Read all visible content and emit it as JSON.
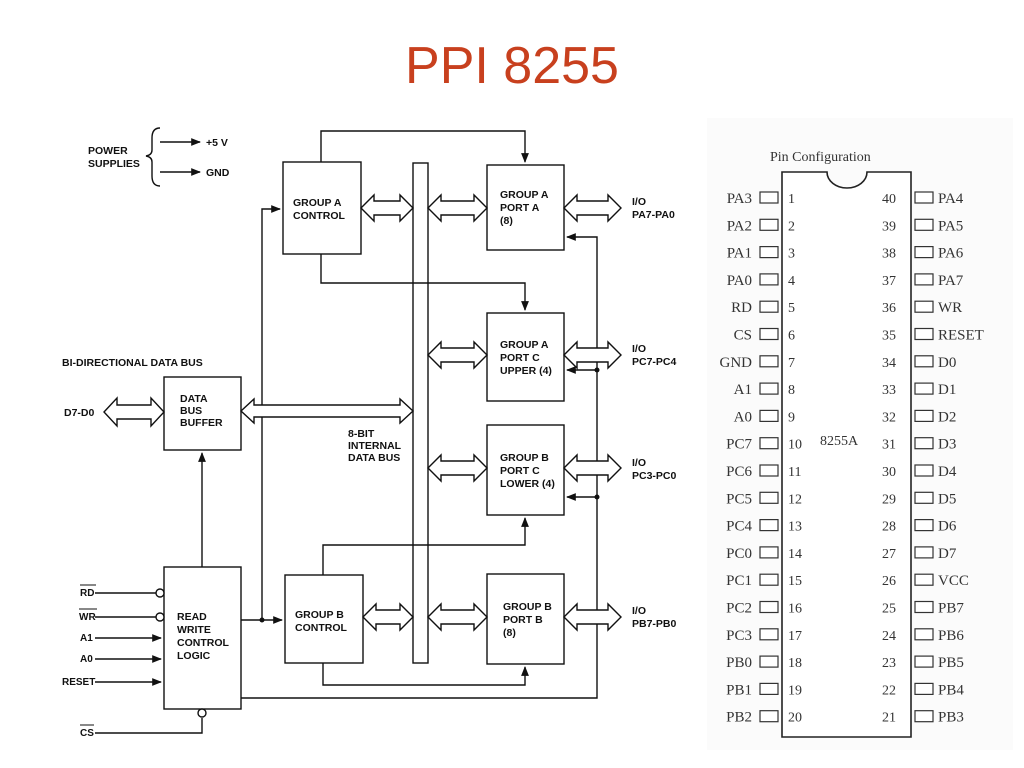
{
  "title": "PPI 8255",
  "block_diagram": {
    "power": {
      "label_line1": "POWER",
      "label_line2": "SUPPLIES",
      "v5": "+5 V",
      "gnd": "GND"
    },
    "data_bus_label": "BI-DIRECTIONAL DATA BUS",
    "data_bus_io": "D7-D0",
    "data_bus_buffer": [
      "DATA",
      "BUS",
      "BUFFER"
    ],
    "internal_bus": [
      "8-BIT",
      "INTERNAL",
      "DATA BUS"
    ],
    "group_a_control": [
      "GROUP A",
      "CONTROL"
    ],
    "group_b_control": [
      "GROUP B",
      "CONTROL"
    ],
    "rw_logic": [
      "READ",
      "WRITE",
      "CONTROL",
      "LOGIC"
    ],
    "port_a": [
      "GROUP A",
      "PORT A",
      "(8)"
    ],
    "port_c_upper": [
      "GROUP A",
      "PORT C",
      "UPPER (4)"
    ],
    "port_c_lower": [
      "GROUP B",
      "PORT C",
      "LOWER (4)"
    ],
    "port_b": [
      "GROUP B",
      "PORT B",
      "(8)"
    ],
    "io_label": "I/O",
    "io_port_a": "PA7-PA0",
    "io_port_cu": "PC7-PC4",
    "io_port_cl": "PC3-PC0",
    "io_port_b": "PB7-PB0",
    "inputs": [
      "RD",
      "WR",
      "A1",
      "A0",
      "RESET"
    ],
    "cs": "CS"
  },
  "pin_config": {
    "title": "Pin Configuration",
    "chip_label": "8255A",
    "left_pins": [
      {
        "num": "1",
        "name": "PA3"
      },
      {
        "num": "2",
        "name": "PA2"
      },
      {
        "num": "3",
        "name": "PA1"
      },
      {
        "num": "4",
        "name": "PA0"
      },
      {
        "num": "5",
        "name": "RD"
      },
      {
        "num": "6",
        "name": "CS"
      },
      {
        "num": "7",
        "name": "GND"
      },
      {
        "num": "8",
        "name": "A1"
      },
      {
        "num": "9",
        "name": "A0"
      },
      {
        "num": "10",
        "name": "PC7"
      },
      {
        "num": "11",
        "name": "PC6"
      },
      {
        "num": "12",
        "name": "PC5"
      },
      {
        "num": "13",
        "name": "PC4"
      },
      {
        "num": "14",
        "name": "PC0"
      },
      {
        "num": "15",
        "name": "PC1"
      },
      {
        "num": "16",
        "name": "PC2"
      },
      {
        "num": "17",
        "name": "PC3"
      },
      {
        "num": "18",
        "name": "PB0"
      },
      {
        "num": "19",
        "name": "PB1"
      },
      {
        "num": "20",
        "name": "PB2"
      }
    ],
    "right_pins": [
      {
        "num": "40",
        "name": "PA4"
      },
      {
        "num": "39",
        "name": "PA5"
      },
      {
        "num": "38",
        "name": "PA6"
      },
      {
        "num": "37",
        "name": "PA7"
      },
      {
        "num": "36",
        "name": "WR"
      },
      {
        "num": "35",
        "name": "RESET"
      },
      {
        "num": "34",
        "name": "D0"
      },
      {
        "num": "33",
        "name": "D1"
      },
      {
        "num": "32",
        "name": "D2"
      },
      {
        "num": "31",
        "name": "D3"
      },
      {
        "num": "30",
        "name": "D4"
      },
      {
        "num": "29",
        "name": "D5"
      },
      {
        "num": "28",
        "name": "D6"
      },
      {
        "num": "27",
        "name": "D7"
      },
      {
        "num": "26",
        "name": "VCC"
      },
      {
        "num": "25",
        "name": "PB7"
      },
      {
        "num": "24",
        "name": "PB6"
      },
      {
        "num": "23",
        "name": "PB5"
      },
      {
        "num": "22",
        "name": "PB4"
      },
      {
        "num": "21",
        "name": "PB3"
      }
    ]
  }
}
